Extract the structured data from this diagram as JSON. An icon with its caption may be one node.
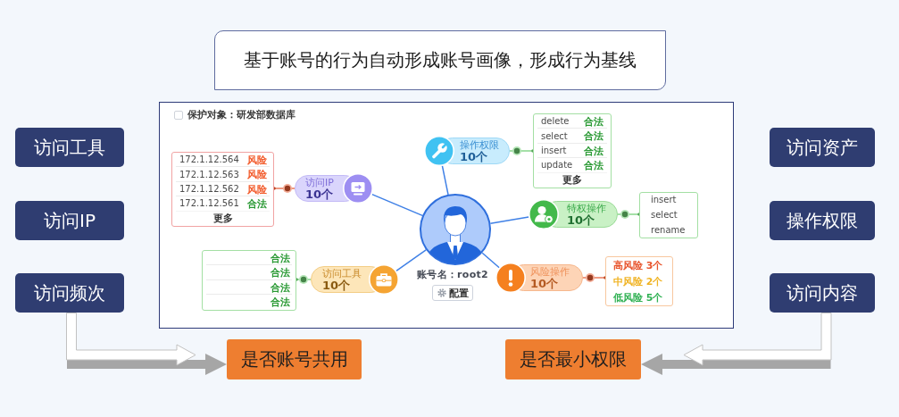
{
  "diagram": {
    "nodes": [
      {
        "text": [
          "基于账号的行为自动形成账号画像，形成行为基线"
        ]
      },
      {
        "text": [
          "访问工具"
        ]
      },
      {
        "text": [
          "访问IP"
        ]
      },
      {
        "text": [
          "访问频次"
        ]
      },
      {
        "text": [
          "访问资产"
        ]
      },
      {
        "text": [
          "操作权限"
        ]
      },
      {
        "text": [
          "访问内容"
        ]
      },
      {
        "text": [
          "是否账号共用"
        ]
      },
      {
        "text": [
          "是否最小权限"
        ]
      },
      {
        "text": [
          "保护对象：研发部数据库"
        ]
      },
      {
        "text": [],
        "shape": "person",
        "in": 9,
        "beside": [
          "账号名：root2",
          "配置"
        ]
      },
      {
        "text": [
          "访问IP",
          "10个"
        ],
        "in": 9
      },
      {
        "text": [
          "172.1.12.564",
          "风险",
          "172.1.12.563",
          "风险",
          "172.1.12.562",
          "风险",
          "172.1.12.561",
          "合法",
          "更多"
        ],
        "in": 9
      },
      {
        "text": [
          "操作权限",
          "10个"
        ],
        "in": 9
      },
      {
        "text": [
          "delete",
          "合法",
          "select",
          "合法",
          "insert",
          "合法",
          "update",
          "合法",
          "更多"
        ],
        "in": 9
      },
      {
        "text": [
          "特权操作",
          "10个"
        ],
        "in": 9
      },
      {
        "text": [
          "insert",
          "select",
          "rename"
        ],
        "in": 9
      },
      {
        "text": [
          "访问工具",
          "10个"
        ],
        "in": 9
      },
      {
        "text": [
          "合法",
          "合法",
          "合法",
          "合法"
        ],
        "in": 9
      },
      {
        "text": [
          "风险操作",
          "10个"
        ],
        "in": 9
      },
      {
        "text": [
          "高风险 3个",
          "中风险 2个",
          "低风险 5个"
        ],
        "in": 9
      }
    ],
    "edges": [
      {
        "from": 10,
        "to": 11,
        "arrow": "none"
      },
      {
        "from": 10,
        "to": 13,
        "arrow": "none"
      },
      {
        "from": 10,
        "to": 15,
        "arrow": "none"
      },
      {
        "from": 10,
        "to": 17,
        "arrow": "none"
      },
      {
        "from": 10,
        "to": 19,
        "arrow": "none"
      },
      {
        "from": 11,
        "to": 12,
        "arrow": "other",
        "color": "#e5582f"
      },
      {
        "from": 13,
        "to": 14,
        "arrow": "other",
        "color": "#6acb6e"
      },
      {
        "from": 15,
        "to": 16,
        "arrow": "other",
        "color": "#6acb6e"
      },
      {
        "from": 17,
        "to": 18,
        "arrow": "other",
        "color": "#6acb6e"
      },
      {
        "from": 19,
        "to": 20,
        "arrow": "other",
        "color": "#e5582f"
      },
      {
        "from": 3,
        "to": 7,
        "arrow": "to",
        "style": "thick",
        "color": "#a6a6a6"
      },
      {
        "from": 6,
        "to": 8,
        "arrow": "to",
        "style": "thick",
        "color": "#a6a6a6"
      }
    ]
  }
}
